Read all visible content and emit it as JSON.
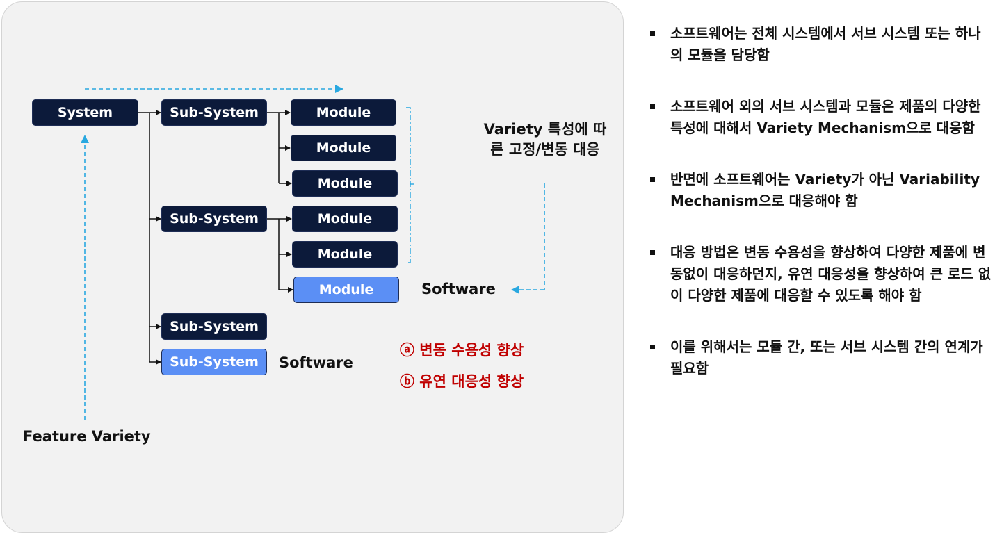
{
  "diagram": {
    "system": "System",
    "subsystems": [
      "Sub-System",
      "Sub-System",
      "Sub-System",
      "Sub-System"
    ],
    "modules": [
      "Module",
      "Module",
      "Module",
      "Module",
      "Module",
      "Module"
    ],
    "software_module_label": "Software",
    "software_subsystem_label": "Software",
    "feature_variety": "Feature Variety",
    "variety_note": "Variety 특성에 따른 고정/변동 대응",
    "improvements": [
      "ⓐ 변동 수용성 향상",
      "ⓑ 유연 대응성 향상"
    ],
    "colors": {
      "dark_box": "#0c1a3a",
      "highlight_box": "#5b8ff5",
      "dashed_arrow": "#29a8e0",
      "improvement_text": "#c00000"
    }
  },
  "bullets": [
    "소프트웨어는 전체 시스템에서 서브 시스템 또는 하나의 모듈을 담당함",
    "소프트웨어 외의 서브 시스템과 모듈은 제품의 다양한 특성에 대해서 Variety Mechanism으로 대응함",
    "반면에 소프트웨어는 Variety가 아닌 Variability Mechanism으로 대응해야 함",
    "대응 방법은 변동 수용성을 향상하여 다양한 제품에 변동없이 대응하던지, 유연 대응성을 향상하여 큰 로드 없이 다양한 제품에 대응할 수 있도록 해야 함",
    "이를 위해서는 모듈 간, 또는 서브 시스템 간의 연계가 필요함"
  ]
}
